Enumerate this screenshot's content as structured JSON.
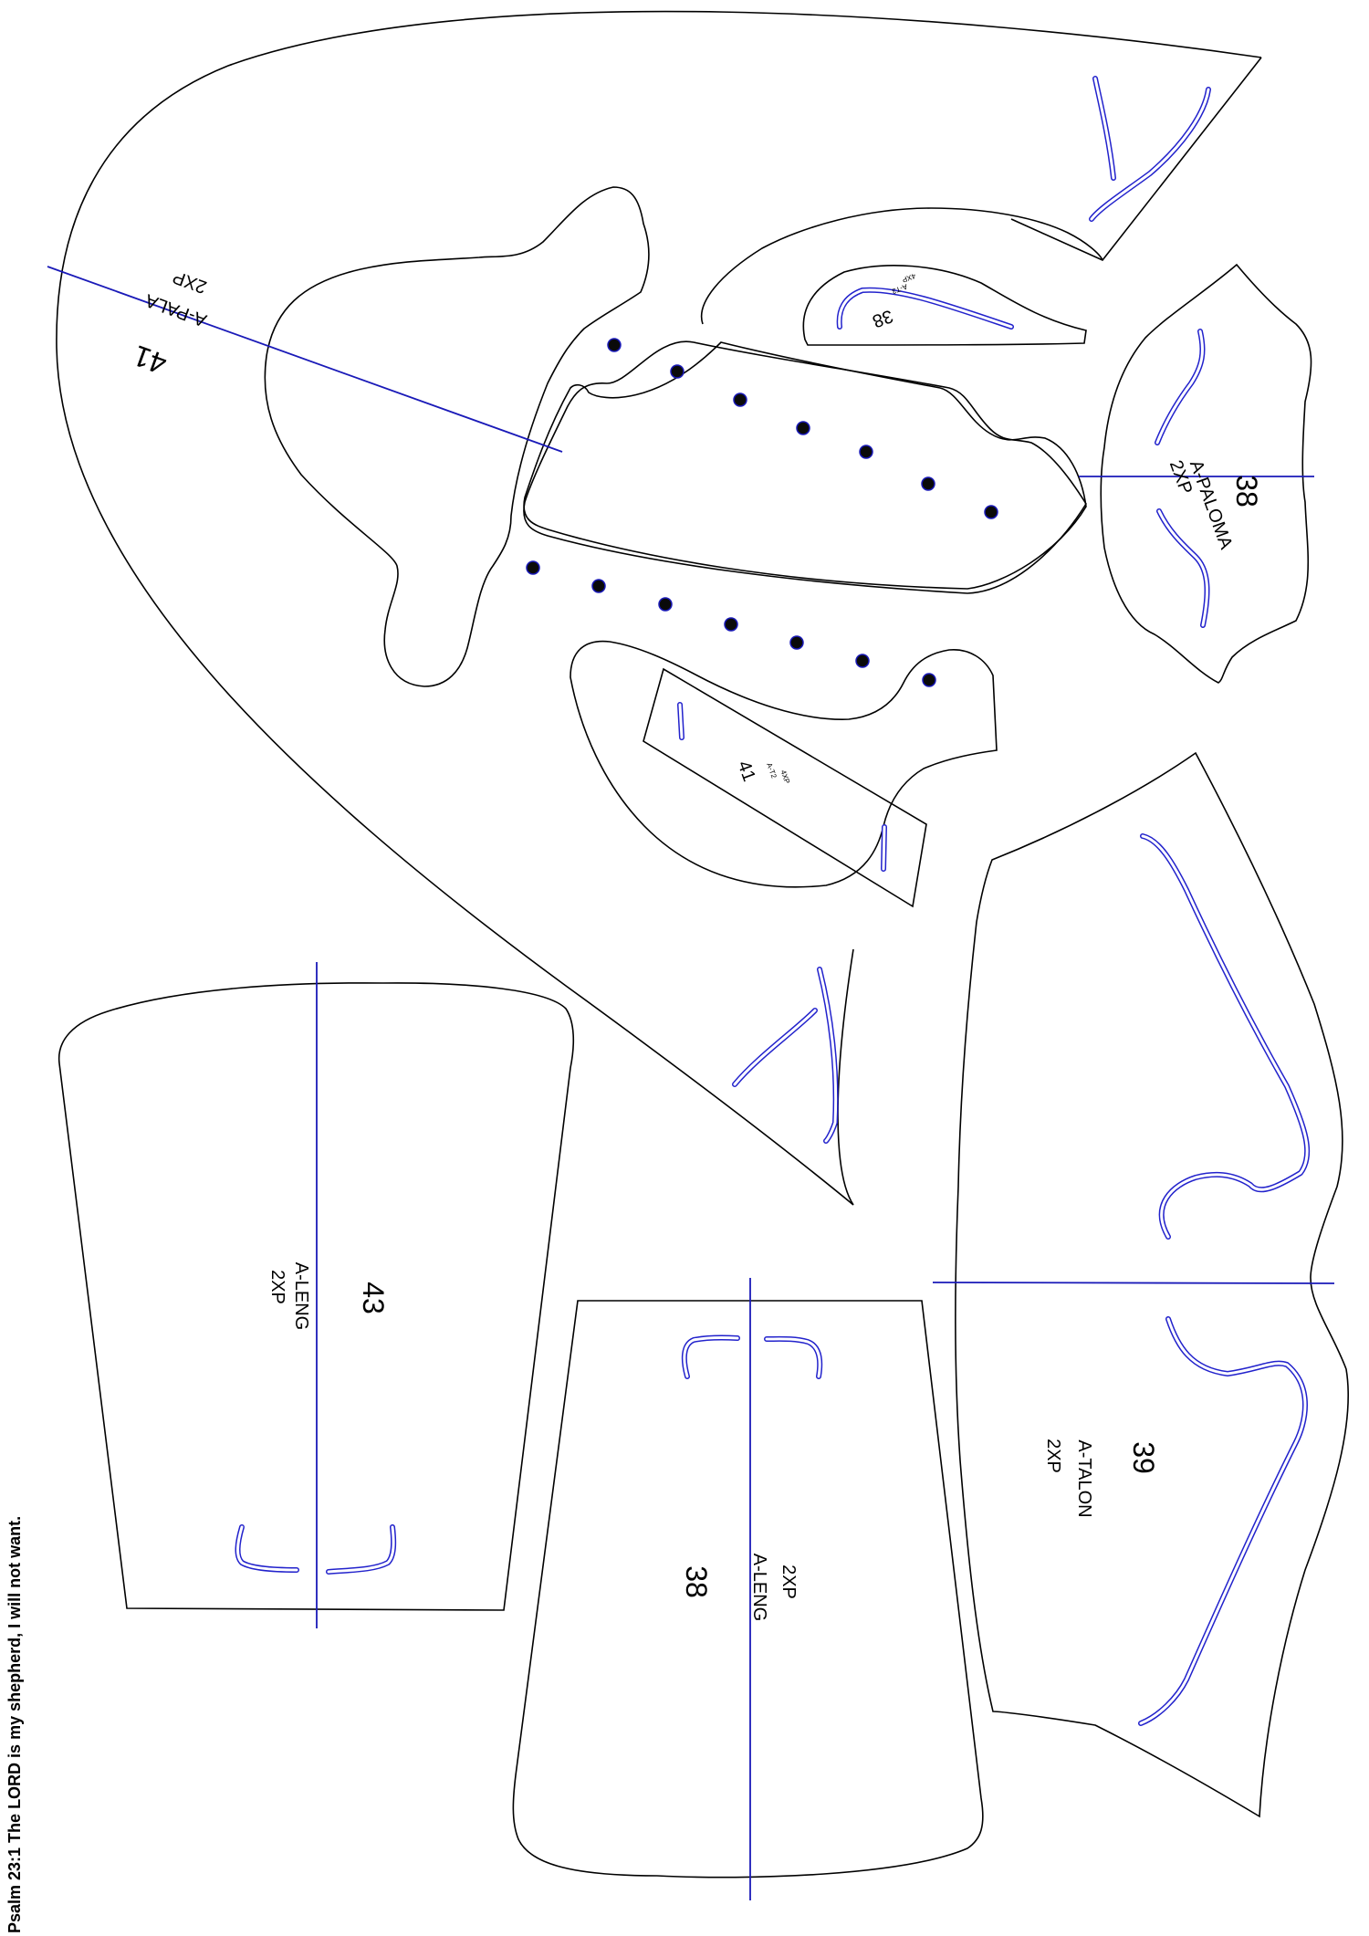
{
  "footer_text": "Psalm 23:1 The LORD is my shepherd, I will not want.",
  "pieces": {
    "p41_pala": {
      "number": "41",
      "name": "A-PALA",
      "qty": "2XP"
    },
    "p38_t3": {
      "number": "38",
      "name": "A-T3",
      "qty": "4XP"
    },
    "p38_paloma": {
      "number": "38",
      "name": "A-PALOMA",
      "qty": "2XP"
    },
    "p41_t2": {
      "number": "41",
      "name": "A-T2",
      "qty": "4XP"
    },
    "p43_leng": {
      "number": "43",
      "name": "A-LENG",
      "qty": "2XP"
    },
    "p38_leng": {
      "number": "38",
      "name": "A-LENG",
      "qty": "2XP"
    },
    "p39_talon": {
      "number": "39",
      "name": "A-TALON",
      "qty": "2XP"
    }
  },
  "colors": {
    "outline": "#000000",
    "slots_and_grainlines": "#2222cc"
  }
}
